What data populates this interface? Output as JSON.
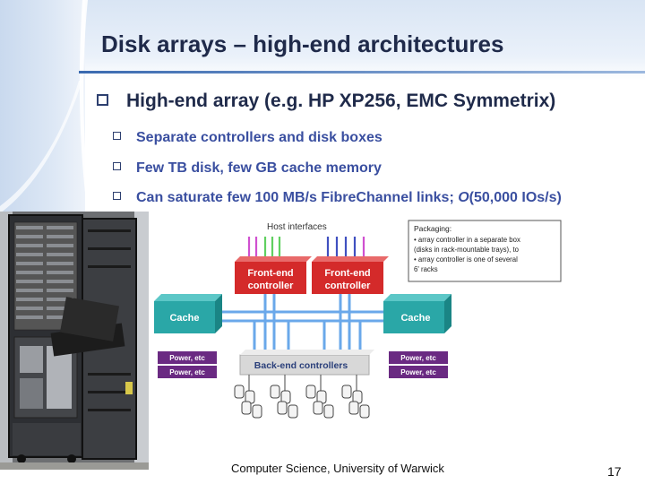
{
  "slide": {
    "title": "Disk arrays – high-end architectures",
    "main_bullet": "High-end array (e.g. HP XP256, EMC Symmetrix)",
    "sub_bullets": [
      "Separate controllers and disk boxes",
      "Few TB disk, few GB cache memory",
      "Can saturate few 100 MB/s FibreChannel links; "
    ],
    "sub_bullet_3_italic": "O",
    "sub_bullet_3_tail": "(50,000 IOs/s)",
    "footer": "Computer Science, University of Warwick",
    "page_number": "17"
  },
  "diagram": {
    "host_interfaces_label": "Host interfaces",
    "packaging_title": "Packaging:",
    "packaging_lines": [
      "• array controller in a separate box",
      "  (disks in rack-mountable trays), to",
      "• array controller is one of several",
      "  6' racks"
    ],
    "front_end_left": [
      "Front-end",
      "controller"
    ],
    "front_end_right": [
      "Front-end",
      "controller"
    ],
    "cache_left": "Cache",
    "cache_right": "Cache",
    "power_left": [
      "Power, etc",
      "Power, etc"
    ],
    "power_right": [
      "Power, etc",
      "Power, etc"
    ],
    "back_end_label": "Back-end controllers",
    "colors": {
      "front_end": "#d42a2a",
      "cache": "#2aa7a7",
      "power": "#6a2a82",
      "bus": "#6aa8ea",
      "host_lines": [
        "#d050d0",
        "#d050d0",
        "#60d060",
        "#60d060",
        "#4050c0",
        "#4050c0",
        "#4050c0",
        "#4050c0"
      ]
    }
  }
}
